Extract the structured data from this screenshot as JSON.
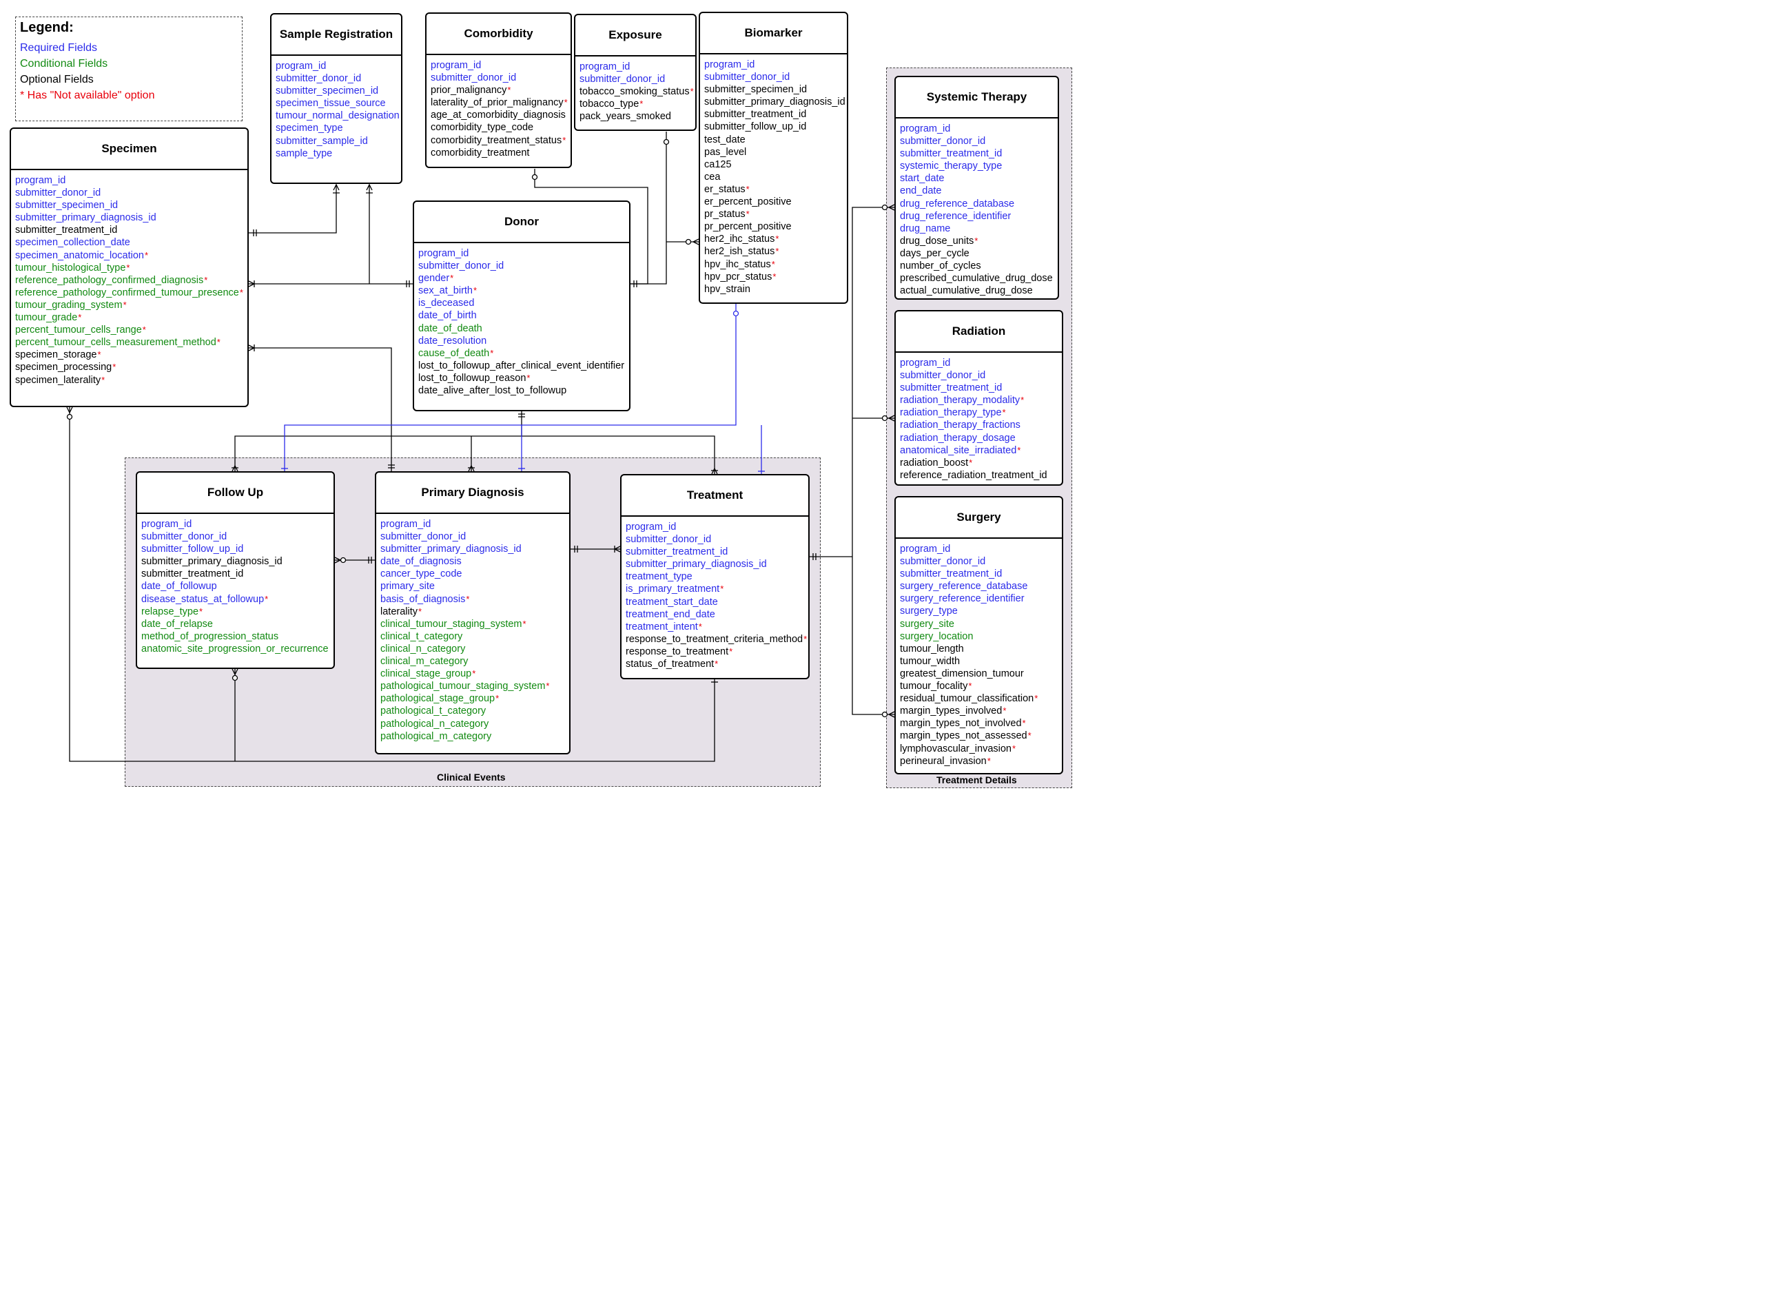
{
  "legend": {
    "title": "Legend:",
    "required": "Required Fields",
    "conditional": "Conditional Fields",
    "optional": "Optional Fields",
    "not_available": "* Has \"Not available\" option"
  },
  "groups": {
    "clinical_events": "Clinical Events",
    "treatment_details": "Treatment Details"
  },
  "colors": {
    "required": "#2b2bea",
    "conditional": "#128a12",
    "optional": "#000000",
    "not_available": "#e8000b",
    "group_bg": "#e6e1e8"
  },
  "entities": {
    "sample_registration": {
      "title": "Sample Registration",
      "fields": [
        {
          "name": "program_id",
          "kind": "req",
          "na": false
        },
        {
          "name": "submitter_donor_id",
          "kind": "req",
          "na": false
        },
        {
          "name": "submitter_specimen_id",
          "kind": "req",
          "na": false
        },
        {
          "name": "specimen_tissue_source",
          "kind": "req",
          "na": false
        },
        {
          "name": "tumour_normal_designation",
          "kind": "req",
          "na": false
        },
        {
          "name": "specimen_type",
          "kind": "req",
          "na": false
        },
        {
          "name": "submitter_sample_id",
          "kind": "req",
          "na": false
        },
        {
          "name": "sample_type",
          "kind": "req",
          "na": false
        }
      ]
    },
    "comorbidity": {
      "title": "Comorbidity",
      "fields": [
        {
          "name": "program_id",
          "kind": "req",
          "na": false
        },
        {
          "name": "submitter_donor_id",
          "kind": "req",
          "na": false
        },
        {
          "name": "prior_malignancy",
          "kind": "opt",
          "na": true
        },
        {
          "name": "laterality_of_prior_malignancy",
          "kind": "opt",
          "na": true
        },
        {
          "name": "age_at_comorbidity_diagnosis",
          "kind": "opt",
          "na": false
        },
        {
          "name": "comorbidity_type_code",
          "kind": "opt",
          "na": false
        },
        {
          "name": "comorbidity_treatment_status",
          "kind": "opt",
          "na": true
        },
        {
          "name": "comorbidity_treatment",
          "kind": "opt",
          "na": false
        }
      ]
    },
    "exposure": {
      "title": "Exposure",
      "fields": [
        {
          "name": "program_id",
          "kind": "req",
          "na": false
        },
        {
          "name": "submitter_donor_id",
          "kind": "req",
          "na": false
        },
        {
          "name": "tobacco_smoking_status",
          "kind": "opt",
          "na": true
        },
        {
          "name": "tobacco_type",
          "kind": "opt",
          "na": true
        },
        {
          "name": "pack_years_smoked",
          "kind": "opt",
          "na": false
        }
      ]
    },
    "biomarker": {
      "title": "Biomarker",
      "fields": [
        {
          "name": "program_id",
          "kind": "req",
          "na": false
        },
        {
          "name": "submitter_donor_id",
          "kind": "req",
          "na": false
        },
        {
          "name": "submitter_specimen_id",
          "kind": "opt",
          "na": false
        },
        {
          "name": "submitter_primary_diagnosis_id",
          "kind": "opt",
          "na": false
        },
        {
          "name": "submitter_treatment_id",
          "kind": "opt",
          "na": false
        },
        {
          "name": "submitter_follow_up_id",
          "kind": "opt",
          "na": false
        },
        {
          "name": "test_date",
          "kind": "opt",
          "na": false
        },
        {
          "name": "pas_level",
          "kind": "opt",
          "na": false
        },
        {
          "name": "ca125",
          "kind": "opt",
          "na": false
        },
        {
          "name": "cea",
          "kind": "opt",
          "na": false
        },
        {
          "name": "er_status",
          "kind": "opt",
          "na": true
        },
        {
          "name": "er_percent_positive",
          "kind": "opt",
          "na": false
        },
        {
          "name": "pr_status",
          "kind": "opt",
          "na": true
        },
        {
          "name": "pr_percent_positive",
          "kind": "opt",
          "na": false
        },
        {
          "name": "her2_ihc_status",
          "kind": "opt",
          "na": true
        },
        {
          "name": "her2_ish_status",
          "kind": "opt",
          "na": true
        },
        {
          "name": "hpv_ihc_status",
          "kind": "opt",
          "na": true
        },
        {
          "name": "hpv_pcr_status",
          "kind": "opt",
          "na": true
        },
        {
          "name": "hpv_strain",
          "kind": "opt",
          "na": false
        }
      ]
    },
    "specimen": {
      "title": "Specimen",
      "fields": [
        {
          "name": "program_id",
          "kind": "req",
          "na": false
        },
        {
          "name": "submitter_donor_id",
          "kind": "req",
          "na": false
        },
        {
          "name": "submitter_specimen_id",
          "kind": "req",
          "na": false
        },
        {
          "name": "submitter_primary_diagnosis_id",
          "kind": "req",
          "na": false
        },
        {
          "name": "submitter_treatment_id",
          "kind": "opt",
          "na": false
        },
        {
          "name": "specimen_collection_date",
          "kind": "req",
          "na": false
        },
        {
          "name": "specimen_anatomic_location",
          "kind": "req",
          "na": true
        },
        {
          "name": "tumour_histological_type",
          "kind": "cond",
          "na": true
        },
        {
          "name": "reference_pathology_confirmed_diagnosis",
          "kind": "cond",
          "na": true
        },
        {
          "name": "reference_pathology_confirmed_tumour_presence",
          "kind": "cond",
          "na": true
        },
        {
          "name": "tumour_grading_system",
          "kind": "cond",
          "na": true
        },
        {
          "name": "tumour_grade",
          "kind": "cond",
          "na": true
        },
        {
          "name": "percent_tumour_cells_range",
          "kind": "cond",
          "na": true
        },
        {
          "name": "percent_tumour_cells_measurement_method",
          "kind": "cond",
          "na": true
        },
        {
          "name": "specimen_storage",
          "kind": "opt",
          "na": true
        },
        {
          "name": "specimen_processing",
          "kind": "opt",
          "na": true
        },
        {
          "name": "specimen_laterality",
          "kind": "opt",
          "na": true
        }
      ]
    },
    "donor": {
      "title": "Donor",
      "fields": [
        {
          "name": "program_id",
          "kind": "req",
          "na": false
        },
        {
          "name": "submitter_donor_id",
          "kind": "req",
          "na": false
        },
        {
          "name": "gender",
          "kind": "req",
          "na": true
        },
        {
          "name": "sex_at_birth",
          "kind": "req",
          "na": true
        },
        {
          "name": "is_deceased",
          "kind": "req",
          "na": false
        },
        {
          "name": "date_of_birth",
          "kind": "req",
          "na": false
        },
        {
          "name": "date_of_death",
          "kind": "cond",
          "na": false
        },
        {
          "name": "date_resolution",
          "kind": "req",
          "na": false
        },
        {
          "name": "cause_of_death",
          "kind": "cond",
          "na": true
        },
        {
          "name": "lost_to_followup_after_clinical_event_identifier",
          "kind": "opt",
          "na": false
        },
        {
          "name": "lost_to_followup_reason",
          "kind": "opt",
          "na": true
        },
        {
          "name": "date_alive_after_lost_to_followup",
          "kind": "opt",
          "na": false
        }
      ]
    },
    "follow_up": {
      "title": "Follow Up",
      "fields": [
        {
          "name": "program_id",
          "kind": "req",
          "na": false
        },
        {
          "name": "submitter_donor_id",
          "kind": "req",
          "na": false
        },
        {
          "name": "submitter_follow_up_id",
          "kind": "req",
          "na": false
        },
        {
          "name": "submitter_primary_diagnosis_id",
          "kind": "opt",
          "na": false
        },
        {
          "name": "submitter_treatment_id",
          "kind": "opt",
          "na": false
        },
        {
          "name": "date_of_followup",
          "kind": "req",
          "na": false
        },
        {
          "name": "disease_status_at_followup",
          "kind": "req",
          "na": true
        },
        {
          "name": "relapse_type",
          "kind": "cond",
          "na": true
        },
        {
          "name": "date_of_relapse",
          "kind": "cond",
          "na": false
        },
        {
          "name": "method_of_progression_status",
          "kind": "cond",
          "na": false
        },
        {
          "name": "anatomic_site_progression_or_recurrence",
          "kind": "cond",
          "na": false
        }
      ]
    },
    "primary_diagnosis": {
      "title": "Primary Diagnosis",
      "fields": [
        {
          "name": "program_id",
          "kind": "req",
          "na": false
        },
        {
          "name": "submitter_donor_id",
          "kind": "req",
          "na": false
        },
        {
          "name": "submitter_primary_diagnosis_id",
          "kind": "req",
          "na": false
        },
        {
          "name": "date_of_diagnosis",
          "kind": "req",
          "na": false
        },
        {
          "name": "cancer_type_code",
          "kind": "req",
          "na": false
        },
        {
          "name": "primary_site",
          "kind": "req",
          "na": false
        },
        {
          "name": "basis_of_diagnosis",
          "kind": "req",
          "na": true
        },
        {
          "name": "laterality",
          "kind": "opt",
          "na": true
        },
        {
          "name": "clinical_tumour_staging_system",
          "kind": "cond",
          "na": true
        },
        {
          "name": "clinical_t_category",
          "kind": "cond",
          "na": false
        },
        {
          "name": "clinical_n_category",
          "kind": "cond",
          "na": false
        },
        {
          "name": "clinical_m_category",
          "kind": "cond",
          "na": false
        },
        {
          "name": "clinical_stage_group",
          "kind": "cond",
          "na": true
        },
        {
          "name": "pathological_tumour_staging_system",
          "kind": "cond",
          "na": true
        },
        {
          "name": "pathological_stage_group",
          "kind": "cond",
          "na": true
        },
        {
          "name": "pathological_t_category",
          "kind": "cond",
          "na": false
        },
        {
          "name": "pathological_n_category",
          "kind": "cond",
          "na": false
        },
        {
          "name": "pathological_m_category",
          "kind": "cond",
          "na": false
        }
      ]
    },
    "treatment": {
      "title": "Treatment",
      "fields": [
        {
          "name": "program_id",
          "kind": "req",
          "na": false
        },
        {
          "name": "submitter_donor_id",
          "kind": "req",
          "na": false
        },
        {
          "name": "submitter_treatment_id",
          "kind": "req",
          "na": false
        },
        {
          "name": "submitter_primary_diagnosis_id",
          "kind": "req",
          "na": false
        },
        {
          "name": "treatment_type",
          "kind": "req",
          "na": false
        },
        {
          "name": "is_primary_treatment",
          "kind": "req",
          "na": true
        },
        {
          "name": "treatment_start_date",
          "kind": "req",
          "na": false
        },
        {
          "name": "treatment_end_date",
          "kind": "req",
          "na": false
        },
        {
          "name": "treatment_intent",
          "kind": "req",
          "na": true
        },
        {
          "name": "response_to_treatment_criteria_method",
          "kind": "opt",
          "na": true
        },
        {
          "name": "response_to_treatment",
          "kind": "opt",
          "na": true
        },
        {
          "name": "status_of_treatment",
          "kind": "opt",
          "na": true
        }
      ]
    },
    "systemic_therapy": {
      "title": "Systemic Therapy",
      "fields": [
        {
          "name": "program_id",
          "kind": "req",
          "na": false
        },
        {
          "name": "submitter_donor_id",
          "kind": "req",
          "na": false
        },
        {
          "name": "submitter_treatment_id",
          "kind": "req",
          "na": false
        },
        {
          "name": "systemic_therapy_type",
          "kind": "req",
          "na": false
        },
        {
          "name": "start_date",
          "kind": "req",
          "na": false
        },
        {
          "name": "end_date",
          "kind": "req",
          "na": false
        },
        {
          "name": "drug_reference_database",
          "kind": "req",
          "na": false
        },
        {
          "name": "drug_reference_identifier",
          "kind": "req",
          "na": false
        },
        {
          "name": "drug_name",
          "kind": "req",
          "na": false
        },
        {
          "name": "drug_dose_units",
          "kind": "opt",
          "na": true
        },
        {
          "name": "days_per_cycle",
          "kind": "opt",
          "na": false
        },
        {
          "name": "number_of_cycles",
          "kind": "opt",
          "na": false
        },
        {
          "name": "prescribed_cumulative_drug_dose",
          "kind": "opt",
          "na": false
        },
        {
          "name": "actual_cumulative_drug_dose",
          "kind": "opt",
          "na": false
        }
      ]
    },
    "radiation": {
      "title": "Radiation",
      "fields": [
        {
          "name": "program_id",
          "kind": "req",
          "na": false
        },
        {
          "name": "submitter_donor_id",
          "kind": "req",
          "na": false
        },
        {
          "name": "submitter_treatment_id",
          "kind": "req",
          "na": false
        },
        {
          "name": "radiation_therapy_modality",
          "kind": "req",
          "na": true
        },
        {
          "name": "radiation_therapy_type",
          "kind": "req",
          "na": true
        },
        {
          "name": "radiation_therapy_fractions",
          "kind": "req",
          "na": false
        },
        {
          "name": "radiation_therapy_dosage",
          "kind": "req",
          "na": false
        },
        {
          "name": "anatomical_site_irradiated",
          "kind": "req",
          "na": true
        },
        {
          "name": "radiation_boost",
          "kind": "opt",
          "na": true
        },
        {
          "name": "reference_radiation_treatment_id",
          "kind": "opt",
          "na": false
        }
      ]
    },
    "surgery": {
      "title": "Surgery",
      "fields": [
        {
          "name": "program_id",
          "kind": "req",
          "na": false
        },
        {
          "name": "submitter_donor_id",
          "kind": "req",
          "na": false
        },
        {
          "name": "submitter_treatment_id",
          "kind": "req",
          "na": false
        },
        {
          "name": "surgery_reference_database",
          "kind": "req",
          "na": false
        },
        {
          "name": "surgery_reference_identifier",
          "kind": "req",
          "na": false
        },
        {
          "name": "surgery_type",
          "kind": "req",
          "na": false
        },
        {
          "name": "surgery_site",
          "kind": "cond",
          "na": false
        },
        {
          "name": "surgery_location",
          "kind": "cond",
          "na": false
        },
        {
          "name": "tumour_length",
          "kind": "opt",
          "na": false
        },
        {
          "name": "tumour_width",
          "kind": "opt",
          "na": false
        },
        {
          "name": "greatest_dimension_tumour",
          "kind": "opt",
          "na": false
        },
        {
          "name": "tumour_focality",
          "kind": "opt",
          "na": true
        },
        {
          "name": "residual_tumour_classification",
          "kind": "opt",
          "na": true
        },
        {
          "name": "margin_types_involved",
          "kind": "opt",
          "na": true
        },
        {
          "name": "margin_types_not_involved",
          "kind": "opt",
          "na": true
        },
        {
          "name": "margin_types_not_assessed",
          "kind": "opt",
          "na": true
        },
        {
          "name": "lymphovascular_invasion",
          "kind": "opt",
          "na": true
        },
        {
          "name": "perineural_invasion",
          "kind": "opt",
          "na": true
        }
      ]
    }
  }
}
